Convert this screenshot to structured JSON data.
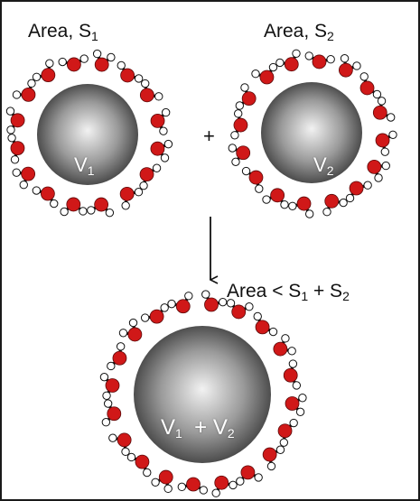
{
  "labels": {
    "area1": {
      "base": "Area, S",
      "sub": "1"
    },
    "area2": {
      "base": "Area, S",
      "sub": "2"
    },
    "area_total": {
      "prefix": "Area < S",
      "sub1": "1",
      "mid": " + S",
      "sub2": "2"
    },
    "plus_sign": "+"
  },
  "particles": {
    "p1": {
      "base": "V",
      "sub": "1"
    },
    "p2": {
      "base": "V",
      "sub": "2"
    },
    "merged": {
      "base1": "V",
      "sub1": "1",
      "mid": "  + V",
      "sub2": "2"
    }
  },
  "colors": {
    "sphere_light": "#f2f2f2",
    "sphere_dark": "#3a3a3a",
    "oxygen": "#d01818",
    "hydrogen": "#ffffff",
    "bond": "#111111",
    "text": "#111111"
  }
}
